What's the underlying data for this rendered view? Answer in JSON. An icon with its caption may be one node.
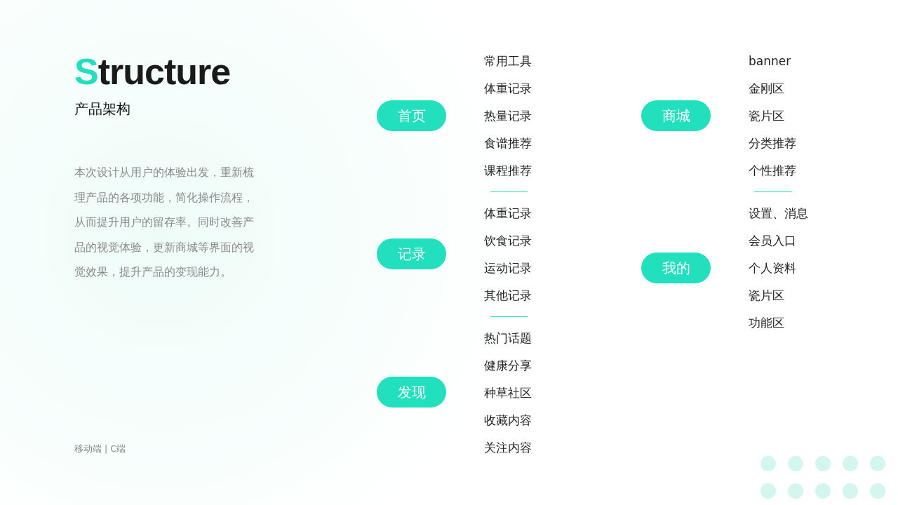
{
  "diagram": {
    "title": "Structure",
    "nodes": [
      {
        "text": [
          "首页"
        ],
        "beside": [
          "常用工具",
          "体重记录",
          "热量记录",
          "食谱推荐",
          "课程推荐"
        ]
      },
      {
        "text": [
          "记录"
        ],
        "beside": [
          "体重记录",
          "饮食记录",
          "运动记录",
          "其他记录"
        ]
      },
      {
        "text": [
          "发现"
        ],
        "beside": [
          "热门话题",
          "健康分享",
          "种草社区",
          "收藏内容",
          "关注内容"
        ]
      },
      {
        "text": [
          "商城"
        ],
        "beside": [
          "banner",
          "金刚区",
          "瓷片区",
          "分类推荐",
          "个性推荐"
        ]
      },
      {
        "text": [
          "我的"
        ],
        "beside": [
          "设置、消息",
          "会员入口",
          "个人资料",
          "瓷片区",
          "功能区"
        ]
      }
    ],
    "labels": [
      "产品架构",
      "本次设计从用户的体验出发，重新梳理产品的各项功能，简化操作流程，从而提升用户的留存率。同时改善产品的视觉体验，更新商城等界面的视觉效果，提升产品的变现能力。",
      "移动端 | C端"
    ]
  }
}
